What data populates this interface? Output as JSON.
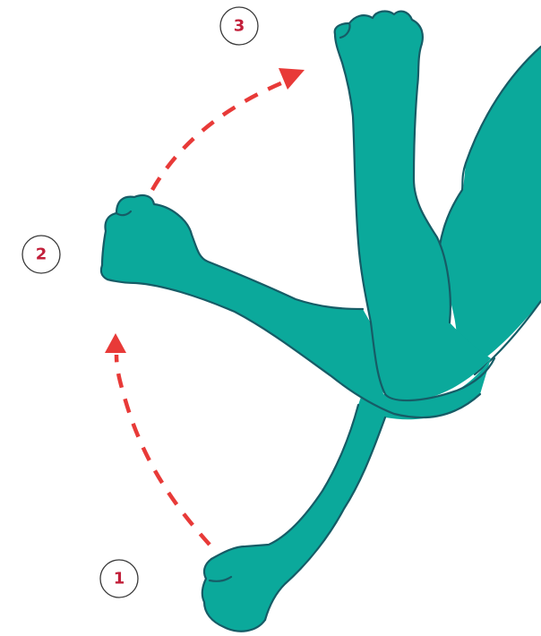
{
  "colors": {
    "arm_fill": "#0ba99b",
    "arm_outline": "#165c66",
    "arrow": "#e83a38",
    "step_text": "#c21f3a"
  },
  "steps": [
    {
      "label": "1"
    },
    {
      "label": "2"
    },
    {
      "label": "3"
    }
  ],
  "arrows": [
    {
      "from": "1",
      "to": "2"
    },
    {
      "from": "2",
      "to": "3"
    }
  ]
}
